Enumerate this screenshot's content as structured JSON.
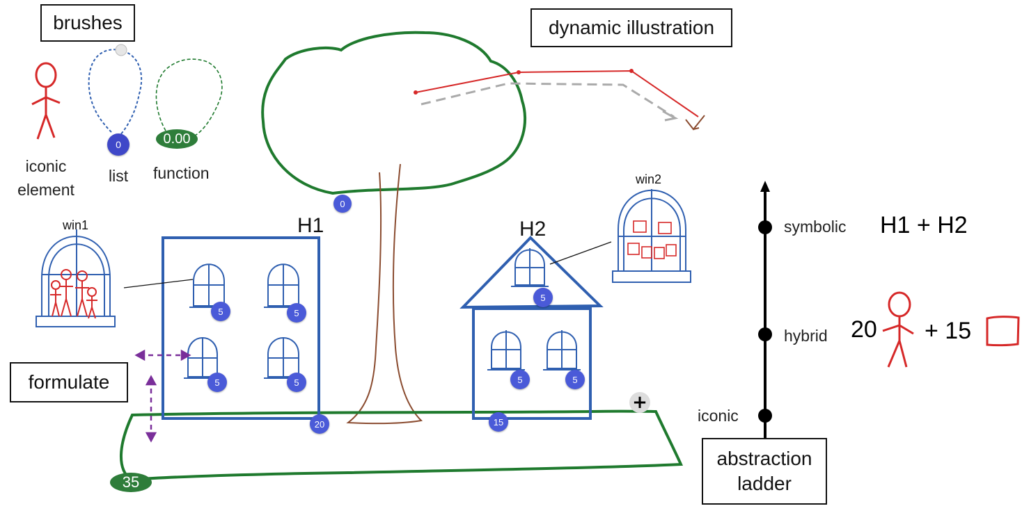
{
  "labels": {
    "brushes": "brushes",
    "dynamic_illustration": "dynamic illustration",
    "formulate": "formulate",
    "abstraction_ladder": "abstraction ladder",
    "iconic_element": "iconic element",
    "list": "list",
    "function": "function",
    "win1": "win1",
    "win2": "win2",
    "h1": "H1",
    "h2": "H2"
  },
  "brush_values": {
    "list_badge": "0",
    "function_pill": "0.00"
  },
  "ladder": {
    "symbolic_label": "symbolic",
    "hybrid_label": "hybrid",
    "iconic_label": "iconic",
    "symbolic_formula": "H1 + H2",
    "hybrid_count_a": "20",
    "hybrid_plus_b": "+ 15"
  },
  "badges": {
    "tree": "0",
    "h1_win_tl": "5",
    "h1_win_tr": "5",
    "h1_win_bl": "5",
    "h1_win_br": "5",
    "h1_total": "20",
    "h2_roof": "5",
    "h2_win_l": "5",
    "h2_win_r": "5",
    "h2_total": "15",
    "ground_total": "35"
  },
  "add_button": "+",
  "colors": {
    "tree_green": "#1f7a2e",
    "house_blue": "#2f5fb0",
    "figure_red": "#d62828",
    "trunk_brown": "#8a4b2f",
    "badge_blue": "#4a5ad8",
    "guide_purple": "#7a2f9a"
  }
}
